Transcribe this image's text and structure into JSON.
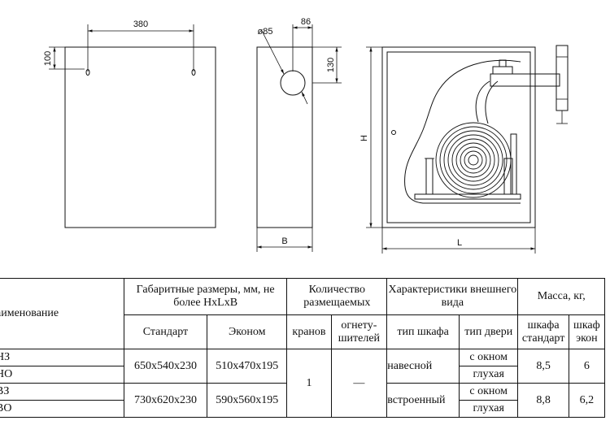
{
  "drawing": {
    "dim_380": "380",
    "dim_100": "100",
    "dim_phi85": "ø85",
    "dim_86": "86",
    "dim_130": "130",
    "dim_B": "B",
    "dim_H": "H",
    "dim_L": "L"
  },
  "table": {
    "headers": {
      "name": "аименование",
      "overall_dims": "Габаритные размеры, мм, не более НхLхВ",
      "quantity": "Количество размещаемых",
      "appearance": "Характеристики внешнего вида",
      "mass": "Масса, кг,",
      "standard": "Стандарт",
      "econom": "Эконом",
      "valves": "кранов",
      "extinguishers_1": "огнету-",
      "extinguishers_2": "шителей",
      "cabinet_type": "тип шкафа",
      "door_type": "тип двери",
      "mass_std_1": "шкафа",
      "mass_std_2": "стандарт",
      "mass_eco_1": "шкаф",
      "mass_eco_2": "экон"
    },
    "rows": {
      "r1": "НЗ",
      "r2": "НО",
      "r3": "ВЗ",
      "r4": "ВО",
      "dims_std_1": "650х540х230",
      "dims_eco_1": "510х470х195",
      "dims_std_2": "730х620х230",
      "dims_eco_2": "590х560х195",
      "valves": "1",
      "extinguishers": "—",
      "type_1": "навесной",
      "type_2": "встроенный",
      "door_window": "с окном",
      "door_blind": "глухая",
      "mass_std_1": "8,5",
      "mass_eco_1": "6",
      "mass_std_2": "8,8",
      "mass_eco_2": "6,2"
    }
  }
}
